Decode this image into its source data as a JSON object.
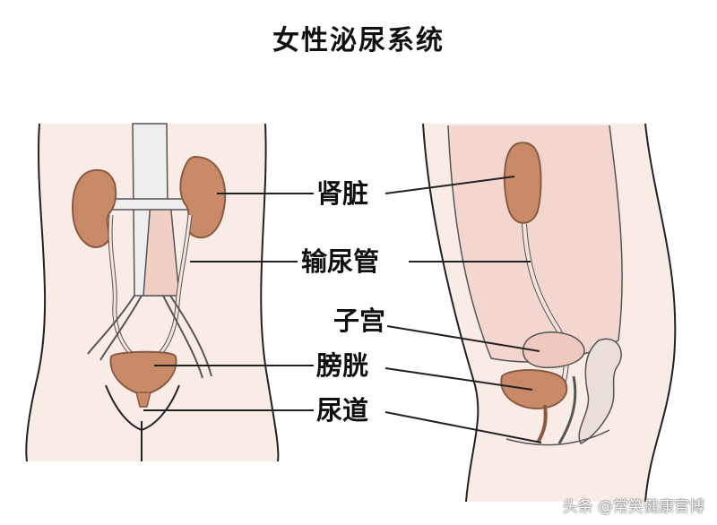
{
  "title": "女性泌尿系统",
  "labels": {
    "kidney": "肾脏",
    "ureter": "输尿管",
    "uterus": "子宫",
    "bladder": "膀胱",
    "urethra": "尿道"
  },
  "watermark": "头条 @常笑健康官博",
  "colors": {
    "skin": "#f8e6e0",
    "organ": "#c98a6a",
    "organ_dark": "#8a5a40",
    "vessel": "#e9c9be",
    "outline": "#222222"
  }
}
